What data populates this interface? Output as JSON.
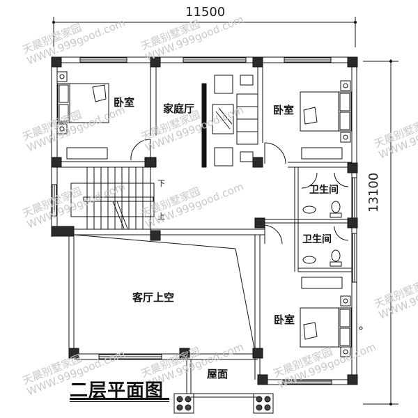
{
  "drawing": {
    "title": "二层平面图",
    "dimensions": {
      "width_label": "11500",
      "height_label": "13100"
    },
    "rooms": [
      {
        "id": "bedroom-nw",
        "label": "卧室"
      },
      {
        "id": "family-room",
        "label": "家庭厅"
      },
      {
        "id": "bedroom-ne",
        "label": "卧室"
      },
      {
        "id": "bathroom-1",
        "label": "卫生间"
      },
      {
        "id": "bathroom-2",
        "label": "卫生间"
      },
      {
        "id": "living-void",
        "label": "客厅上空"
      },
      {
        "id": "bedroom-se",
        "label": "卧室"
      },
      {
        "id": "roof",
        "label": "屋面"
      }
    ],
    "stair": {
      "down_label": "下",
      "up_label": "上"
    },
    "watermark": {
      "line1": "天晨别墅家园",
      "line2": "WWW.999good.com"
    },
    "colors": {
      "line": "#111111",
      "column": "#2b2b2b",
      "watermark": "#c8c8c8",
      "background": "#ffffff"
    }
  }
}
